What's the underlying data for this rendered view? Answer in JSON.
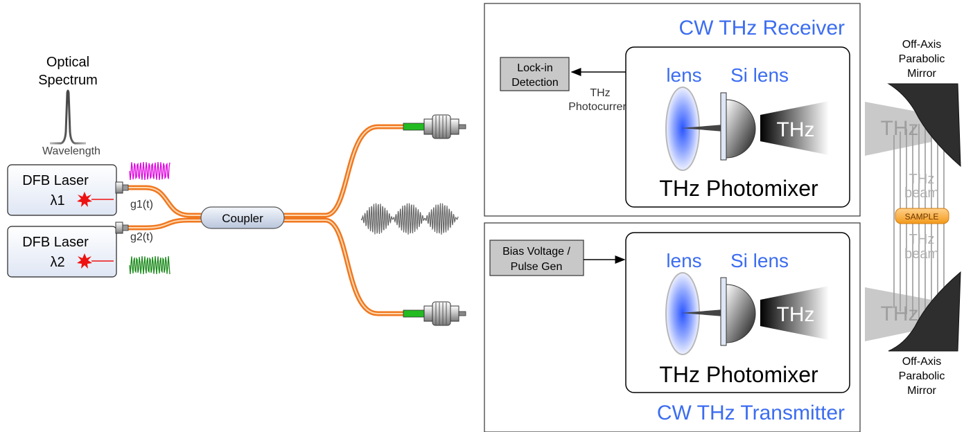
{
  "spectrum": {
    "title_line1": "Optical",
    "title_line2": "Spectrum",
    "axis_label": "Wavelength"
  },
  "lasers": [
    {
      "name": "DFB Laser",
      "lambda": "λ1",
      "signal": "g1(t)",
      "color": "#e000e0"
    },
    {
      "name": "DFB Laser",
      "lambda": "λ2",
      "signal": "g2(t)",
      "color": "#1a8a1a"
    }
  ],
  "coupler": {
    "label": "Coupler"
  },
  "receiver": {
    "title": "CW THz Receiver",
    "box_line1": "Lock-in",
    "box_line2": "Detection",
    "signal_line1": "THz",
    "signal_line2": "Photocurrent",
    "photomixer": "THz Photomixer",
    "lens": "lens",
    "si_lens": "Si lens",
    "beam": "THz"
  },
  "transmitter": {
    "title": "CW THz Transmitter",
    "box_line1": "Bias Voltage /",
    "box_line2": "Pulse Gen",
    "photomixer": "THz Photomixer",
    "lens": "lens",
    "si_lens": "Si lens",
    "beam": "THz"
  },
  "mirrors": {
    "top_line1": "Off-Axis",
    "top_line2": "Parabolic",
    "top_line3": "Mirror",
    "bottom_line1": "Off-Axis",
    "bottom_line2": "Parabolic",
    "bottom_line3": "Mirror",
    "top_thz": "THz",
    "bottom_thz": "THz",
    "beam_top_line1": "THz",
    "beam_top_line2": "beam",
    "beam_bottom_line1": "THz",
    "beam_bottom_line2": "beam",
    "sample": "SAMPLE"
  },
  "colors": {
    "accent_blue": "#3c6df0",
    "fiber_orange": "#f07820",
    "connector_green": "#22bb22",
    "sample_orange": "#f5a623"
  }
}
